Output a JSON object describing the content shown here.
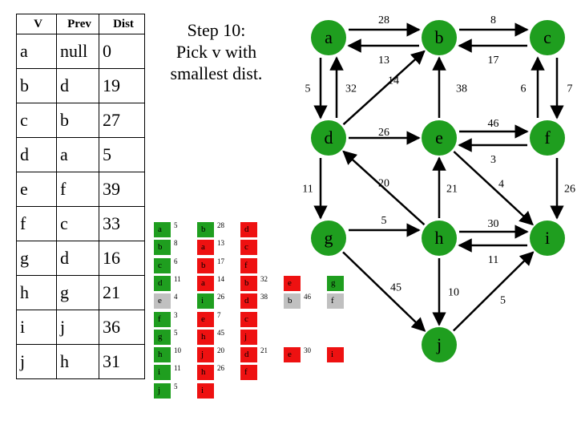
{
  "step_text": "Step 10:\nPick v with\nsmallest dist.",
  "colors": {
    "visited": "#1f9e1f",
    "unvisited": "#ee1111",
    "pending": "#c0c0c0",
    "line": "#000000"
  },
  "table": {
    "headers": [
      "V",
      "Prev",
      "Dist"
    ],
    "rows": [
      [
        "a",
        "null",
        "0"
      ],
      [
        "b",
        "d",
        "19"
      ],
      [
        "c",
        "b",
        "27"
      ],
      [
        "d",
        "a",
        "5"
      ],
      [
        "e",
        "f",
        "39"
      ],
      [
        "f",
        "c",
        "33"
      ],
      [
        "g",
        "d",
        "16"
      ],
      [
        "h",
        "g",
        "21"
      ],
      [
        "i",
        "j",
        "36"
      ],
      [
        "j",
        "h",
        "31"
      ]
    ]
  },
  "graph": {
    "nodes": [
      {
        "id": "a",
        "label": "a",
        "state": "visited"
      },
      {
        "id": "b",
        "label": "b",
        "state": "visited"
      },
      {
        "id": "c",
        "label": "c",
        "state": "visited"
      },
      {
        "id": "d",
        "label": "d",
        "state": "visited"
      },
      {
        "id": "e",
        "label": "e",
        "state": "visited"
      },
      {
        "id": "f",
        "label": "f",
        "state": "visited"
      },
      {
        "id": "g",
        "label": "g",
        "state": "visited"
      },
      {
        "id": "h",
        "label": "h",
        "state": "visited"
      },
      {
        "id": "i",
        "label": "i",
        "state": "visited"
      },
      {
        "id": "j",
        "label": "j",
        "state": "visited"
      }
    ],
    "edges": [
      {
        "from": "a",
        "to": "b",
        "weight": "28"
      },
      {
        "from": "b",
        "to": "a",
        "weight": "13"
      },
      {
        "from": "b",
        "to": "c",
        "weight": "8"
      },
      {
        "from": "c",
        "to": "b",
        "weight": "17"
      },
      {
        "from": "a",
        "to": "d",
        "weight": "5"
      },
      {
        "from": "d",
        "to": "a",
        "weight": "32"
      },
      {
        "from": "d",
        "to": "b",
        "weight": "14"
      },
      {
        "from": "e",
        "to": "b",
        "weight": "38"
      },
      {
        "from": "c",
        "to": "f",
        "weight": "7"
      },
      {
        "from": "f",
        "to": "c",
        "weight": "6"
      },
      {
        "from": "e",
        "to": "f",
        "weight": "46"
      },
      {
        "from": "f",
        "to": "e",
        "weight": "3"
      },
      {
        "from": "d",
        "to": "e",
        "weight": "26"
      },
      {
        "from": "h",
        "to": "d",
        "weight": "20"
      },
      {
        "from": "d",
        "to": "g",
        "weight": "11"
      },
      {
        "from": "h",
        "to": "e",
        "weight": "21"
      },
      {
        "from": "f",
        "to": "i",
        "weight": "26"
      },
      {
        "from": "e",
        "to": "i",
        "weight": "4"
      },
      {
        "from": "g",
        "to": "h",
        "weight": "5"
      },
      {
        "from": "h",
        "to": "i",
        "weight": "30"
      },
      {
        "from": "i",
        "to": "h",
        "weight": "11"
      },
      {
        "from": "g",
        "to": "j",
        "weight": "45"
      },
      {
        "from": "h",
        "to": "j",
        "weight": "10"
      },
      {
        "from": "j",
        "to": "i",
        "weight": "5"
      }
    ]
  },
  "adjacency": [
    {
      "head": "a",
      "head_state": "visited",
      "entries": [
        {
          "v": "b",
          "w": "5",
          "state": "visited"
        },
        {
          "v": "d",
          "w": "28",
          "state": "unvisited"
        }
      ]
    },
    {
      "head": "b",
      "head_state": "visited",
      "entries": [
        {
          "v": "a",
          "w": "8",
          "state": "unvisited"
        },
        {
          "v": "c",
          "w": "13",
          "state": "unvisited"
        }
      ]
    },
    {
      "head": "c",
      "head_state": "visited",
      "entries": [
        {
          "v": "b",
          "w": "6",
          "state": "unvisited"
        },
        {
          "v": "f",
          "w": "17",
          "state": "unvisited"
        }
      ]
    },
    {
      "head": "d",
      "head_state": "visited",
      "entries": [
        {
          "v": "a",
          "w": "11",
          "state": "unvisited"
        },
        {
          "v": "b",
          "w": "14",
          "state": "unvisited"
        },
        {
          "v": "e",
          "w": "32",
          "state": "unvisited"
        },
        {
          "v": "g",
          "w": "",
          "state": "visited"
        }
      ]
    },
    {
      "head": "e",
      "head_state": "pending",
      "entries": [
        {
          "v": "i",
          "w": "4",
          "state": "visited"
        },
        {
          "v": "d",
          "w": "26",
          "state": "unvisited"
        },
        {
          "v": "b",
          "w": "38",
          "state": "pending"
        },
        {
          "v": "f",
          "w": "46",
          "state": "pending"
        }
      ]
    },
    {
      "head": "f",
      "head_state": "visited",
      "entries": [
        {
          "v": "e",
          "w": "3",
          "state": "unvisited"
        },
        {
          "v": "c",
          "w": "7",
          "state": "unvisited"
        }
      ]
    },
    {
      "head": "g",
      "head_state": "visited",
      "entries": [
        {
          "v": "h",
          "w": "5",
          "state": "unvisited"
        },
        {
          "v": "j",
          "w": "45",
          "state": "unvisited"
        }
      ]
    },
    {
      "head": "h",
      "head_state": "visited",
      "entries": [
        {
          "v": "j",
          "w": "10",
          "state": "unvisited"
        },
        {
          "v": "d",
          "w": "20",
          "state": "unvisited"
        },
        {
          "v": "e",
          "w": "21",
          "state": "unvisited"
        },
        {
          "v": "i",
          "w": "30",
          "state": "unvisited"
        }
      ]
    },
    {
      "head": "i",
      "head_state": "visited",
      "entries": [
        {
          "v": "h",
          "w": "11",
          "state": "unvisited"
        },
        {
          "v": "f",
          "w": "26",
          "state": "unvisited"
        }
      ]
    },
    {
      "head": "j",
      "head_state": "visited",
      "entries": [
        {
          "v": "i",
          "w": "5",
          "state": "unvisited"
        }
      ]
    }
  ]
}
